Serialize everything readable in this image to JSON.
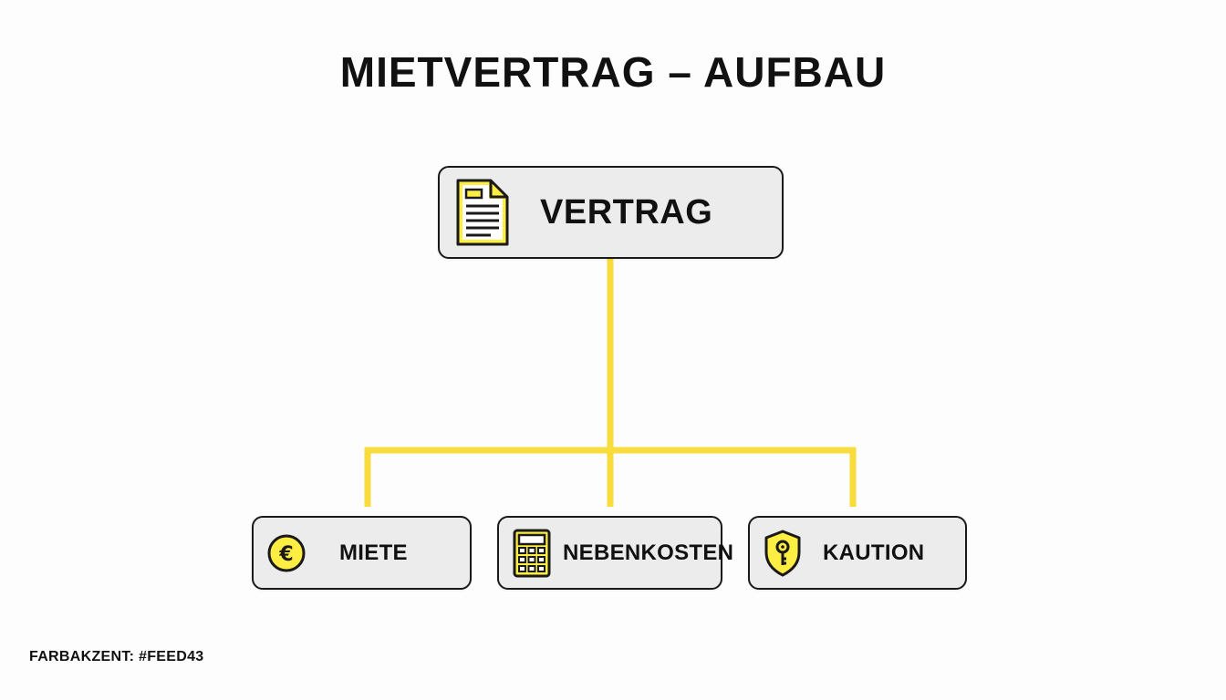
{
  "title": "MIETVERTRAG – AUFBAU",
  "accent_color": "#FEED43",
  "root": {
    "label": "VERTRAG",
    "icon": "document-icon"
  },
  "children": [
    {
      "label": "MIETE",
      "icon": "euro-coin-icon"
    },
    {
      "label": "NEBENKOSTEN",
      "icon": "calculator-icon"
    },
    {
      "label": "KAUTION",
      "icon": "shield-key-icon"
    }
  ],
  "footer": "FARBAKZENT: #FEED43"
}
